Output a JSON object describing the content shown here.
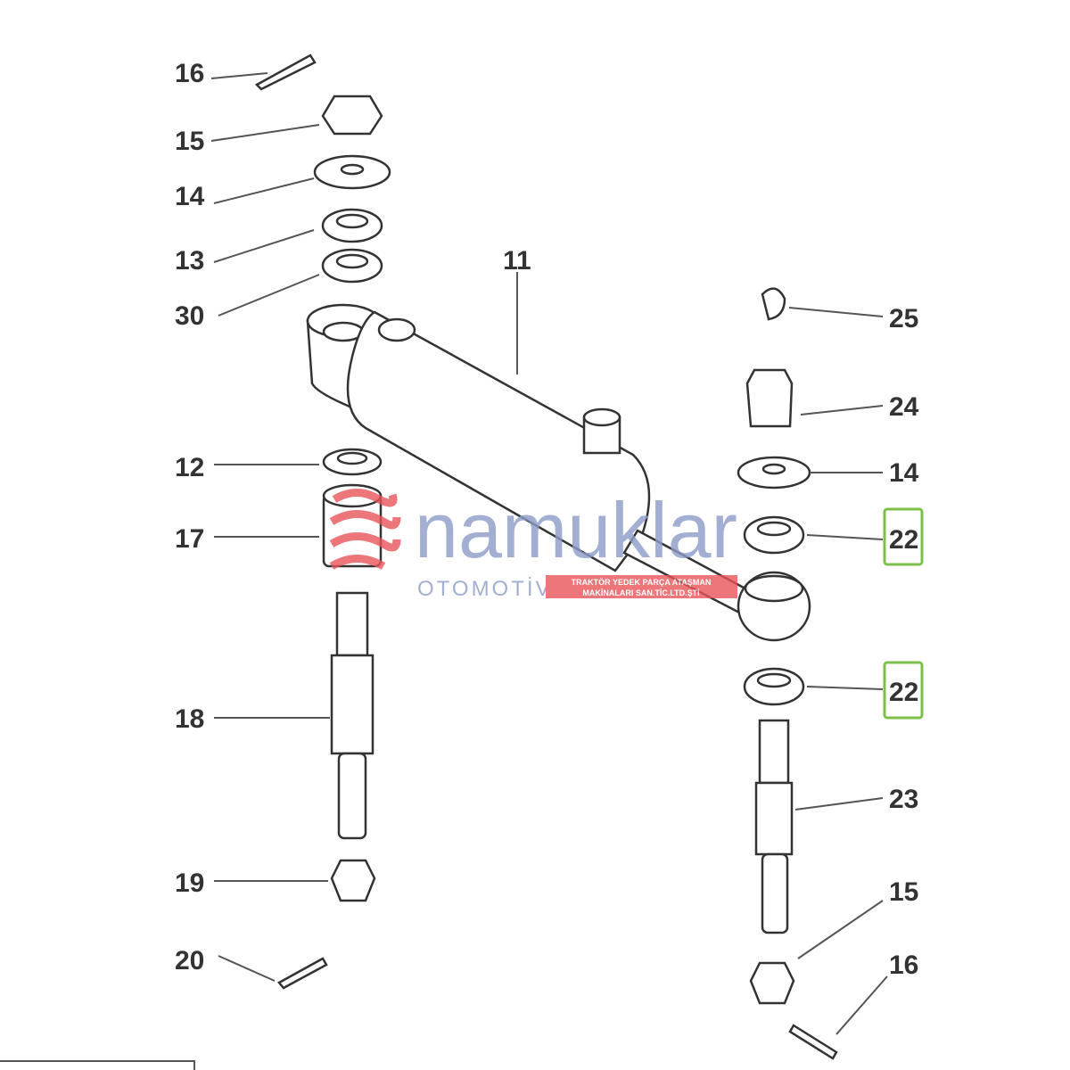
{
  "diagram": {
    "callouts": [
      {
        "id": "c16a",
        "label": "16"
      },
      {
        "id": "c15a",
        "label": "15"
      },
      {
        "id": "c14a",
        "label": "14"
      },
      {
        "id": "c13",
        "label": "13"
      },
      {
        "id": "c30",
        "label": "30"
      },
      {
        "id": "c11",
        "label": "11"
      },
      {
        "id": "c25",
        "label": "25"
      },
      {
        "id": "c24",
        "label": "24"
      },
      {
        "id": "c12",
        "label": "12"
      },
      {
        "id": "c14b",
        "label": "14"
      },
      {
        "id": "c17",
        "label": "17"
      },
      {
        "id": "c22a",
        "label": "22",
        "highlighted": true
      },
      {
        "id": "c22b",
        "label": "22",
        "highlighted": true
      },
      {
        "id": "c18",
        "label": "18"
      },
      {
        "id": "c23",
        "label": "23"
      },
      {
        "id": "c19",
        "label": "19"
      },
      {
        "id": "c15b",
        "label": "15"
      },
      {
        "id": "c20",
        "label": "20"
      },
      {
        "id": "c16b",
        "label": "16"
      }
    ],
    "highlight_color": "#7cc04a"
  },
  "watermark": {
    "brand": "namuklar",
    "sub": "OTOMOTİV",
    "band_line1": "TRAKTÖR YEDEK PARÇA ATAŞMAN",
    "band_line2": "MAKİNALARI SAN.TİC.LTD.ŞTİ",
    "brand_color": "#8c9cc8",
    "accent_color": "#e8545a"
  }
}
